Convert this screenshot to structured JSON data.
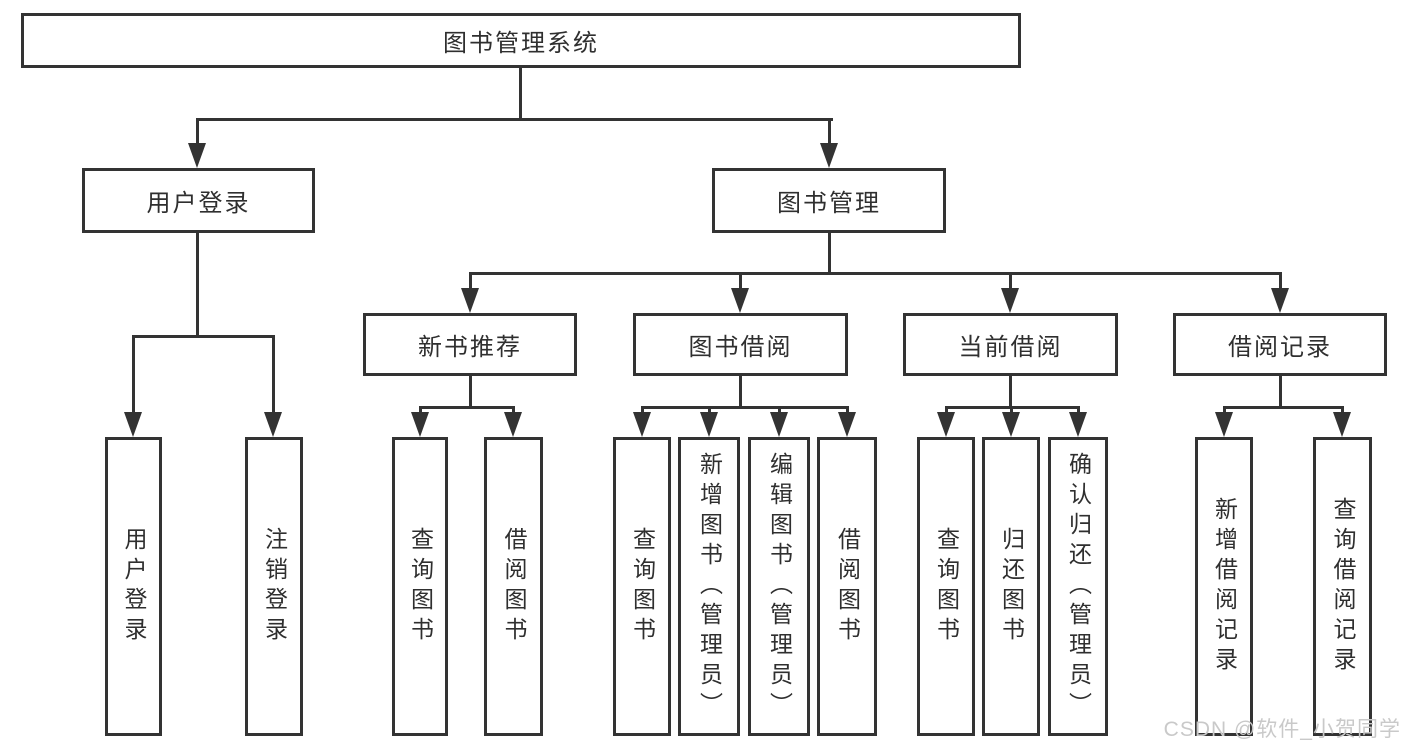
{
  "diagram": {
    "root": {
      "label": "图书管理系统"
    },
    "level2": [
      {
        "label": "用户登录"
      },
      {
        "label": "图书管理"
      }
    ],
    "level3": [
      {
        "label": "新书推荐"
      },
      {
        "label": "图书借阅"
      },
      {
        "label": "当前借阅"
      },
      {
        "label": "借阅记录"
      }
    ],
    "leaves": {
      "user_login": [
        {
          "label": "用户登录"
        },
        {
          "label": "注销登录"
        }
      ],
      "new_book": [
        {
          "label": "查询图书"
        },
        {
          "label": "借阅图书"
        }
      ],
      "book_borrow": [
        {
          "label": "查询图书"
        },
        {
          "label": "新增图书（管理员）"
        },
        {
          "label": "编辑图书（管理员）"
        },
        {
          "label": "借阅图书"
        }
      ],
      "current_borrow": [
        {
          "label": "查询图书"
        },
        {
          "label": "归还图书"
        },
        {
          "label": "确认归还（管理员）"
        }
      ],
      "borrow_record": [
        {
          "label": "新增借阅记录"
        },
        {
          "label": "查询借阅记录"
        }
      ]
    },
    "watermark": "CSDN @软件_小贺同学",
    "colors": {
      "line": "#333333",
      "text": "#2f2f2f",
      "watermark": "#c9c9c9",
      "background": "#ffffff"
    }
  }
}
